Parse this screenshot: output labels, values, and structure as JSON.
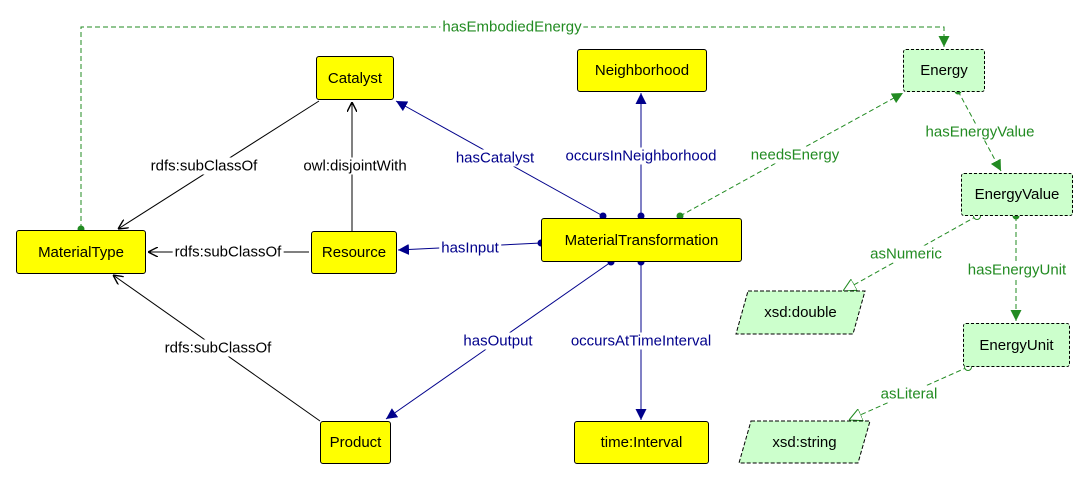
{
  "colors": {
    "class_fill": "#ffff00",
    "datatype_fill": "#ccffcc",
    "black_edge": "#000000",
    "blue_edge": "#00008b",
    "green_edge": "#228b22"
  },
  "nodes": {
    "catalyst": "Catalyst",
    "neighborhood": "Neighborhood",
    "energy": "Energy",
    "material_type": "MaterialType",
    "resource": "Resource",
    "material_transformation": "MaterialTransformation",
    "energy_value": "EnergyValue",
    "xsd_double": "xsd:double",
    "energy_unit": "EnergyUnit",
    "product": "Product",
    "time_interval": "time:Interval",
    "xsd_string": "xsd:string"
  },
  "edges": {
    "has_embodied_energy": "hasEmbodiedEnergy",
    "subclass_catalyst": "rdfs:subClassOf",
    "disjoint_with": "owl:disjointWith",
    "has_catalyst": "hasCatalyst",
    "occurs_in_neighborhood": "occursInNeighborhood",
    "needs_energy": "needsEnergy",
    "has_energy_value": "hasEnergyValue",
    "subclass_resource": "rdfs:subClassOf",
    "has_input": "hasInput",
    "as_numeric": "asNumeric",
    "has_energy_unit": "hasEnergyUnit",
    "subclass_product": "rdfs:subClassOf",
    "has_output": "hasOutput",
    "occurs_at_time_interval": "occursAtTimeInterval",
    "as_literal": "asLiteral"
  }
}
